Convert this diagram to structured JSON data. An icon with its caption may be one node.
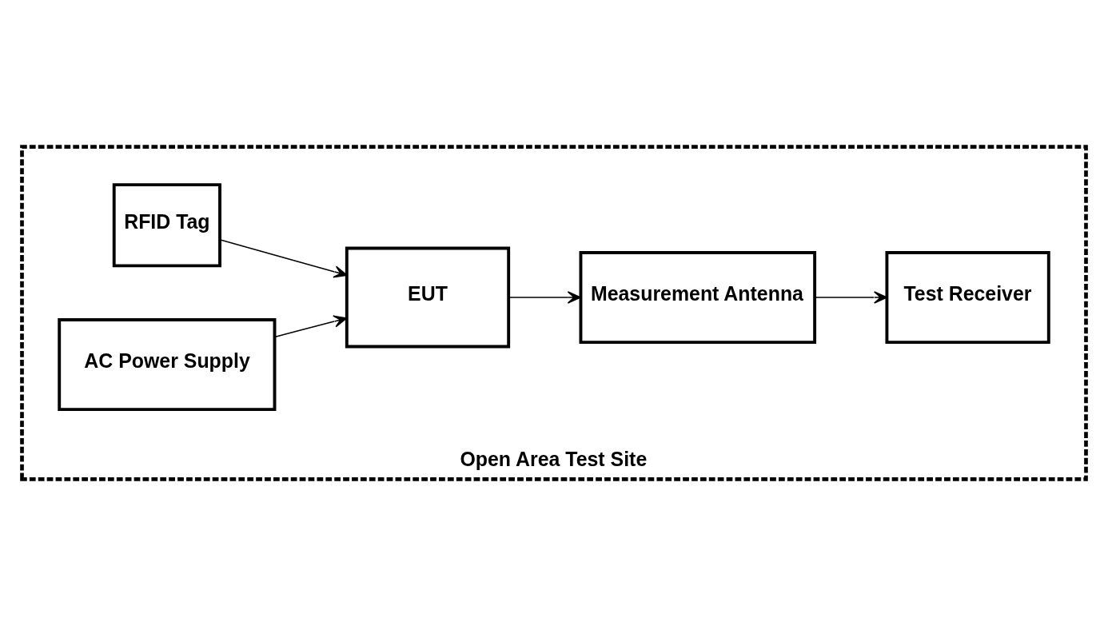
{
  "diagram": {
    "nodes": [
      {
        "text": [
          "Open Area Test Site"
        ]
      },
      {
        "text": [
          "RFID Tag"
        ],
        "in": 0
      },
      {
        "text": [
          "EUT"
        ],
        "in": 0
      },
      {
        "text": [
          "Measurement Antenna"
        ],
        "in": 0
      },
      {
        "text": [
          "Test Receiver"
        ],
        "in": 0
      },
      {
        "text": [
          "AC Power Supply"
        ],
        "in": 0
      }
    ],
    "edges": [
      {
        "from": 1,
        "to": 2,
        "arrow": "to"
      },
      {
        "from": 2,
        "to": 3,
        "arrow": "to"
      },
      {
        "from": 3,
        "to": 4,
        "arrow": "to"
      },
      {
        "from": 5,
        "to": 2,
        "arrow": "to"
      }
    ]
  }
}
